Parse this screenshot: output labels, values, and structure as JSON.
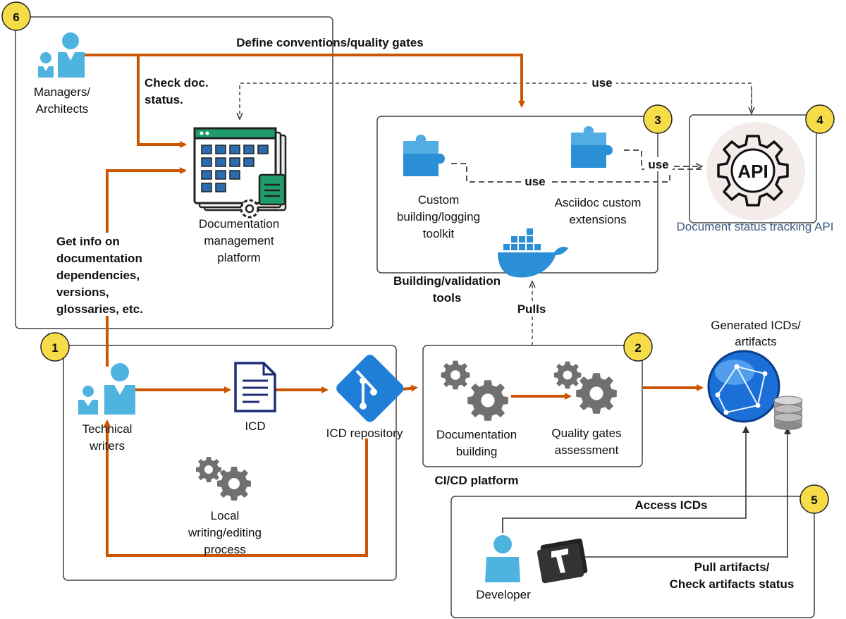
{
  "badges": [
    "6",
    "3",
    "4",
    "1",
    "2",
    "5"
  ],
  "actors": {
    "managers": [
      "Managers/",
      "Architects"
    ],
    "writers": [
      "Technical",
      "writers"
    ],
    "developer": "Developer"
  },
  "nodes": {
    "doc_platform": [
      "Documentation",
      "management",
      "platform"
    ],
    "custom_toolkit": [
      "Custom",
      "building/logging",
      "toolkit"
    ],
    "asciidoc_ext": [
      "Asciidoc custom",
      "extensions"
    ],
    "api_icon_text": "API",
    "api_label": "Document status tracking API",
    "building_tools": [
      "Building/validation",
      "tools"
    ],
    "icd": "ICD",
    "icd_repo": "ICD repository",
    "local_process": [
      "Local",
      "writing/editing",
      "process"
    ],
    "doc_building": [
      "Documentation",
      "building"
    ],
    "quality_gates": [
      "Quality gates",
      "assessment"
    ],
    "cicd": "CI/CD platform",
    "generated": [
      "Generated ICDs/",
      "artifacts"
    ]
  },
  "edges": {
    "define_conventions": "Define conventions/quality gates",
    "check_status": [
      "Check doc.",
      "status."
    ],
    "use_top": "use",
    "use_mid": "use",
    "use_right": "use",
    "get_info": [
      "Get info on",
      "documentation",
      "dependencies,",
      "versions,",
      "glossaries, etc."
    ],
    "pulls": "Pulls",
    "access_icds": "Access ICDs",
    "pull_artifacts": [
      "Pull artifacts/",
      "Check artifacts status"
    ]
  },
  "colors": {
    "flow": "#cc5500",
    "dashed": "#555555",
    "badge": "#f7dc4a",
    "icon_blue": "#2a8fd4",
    "person_blue": "#4fb3e0",
    "platform_green": "#1f9c6a",
    "gear_gray": "#707070"
  }
}
